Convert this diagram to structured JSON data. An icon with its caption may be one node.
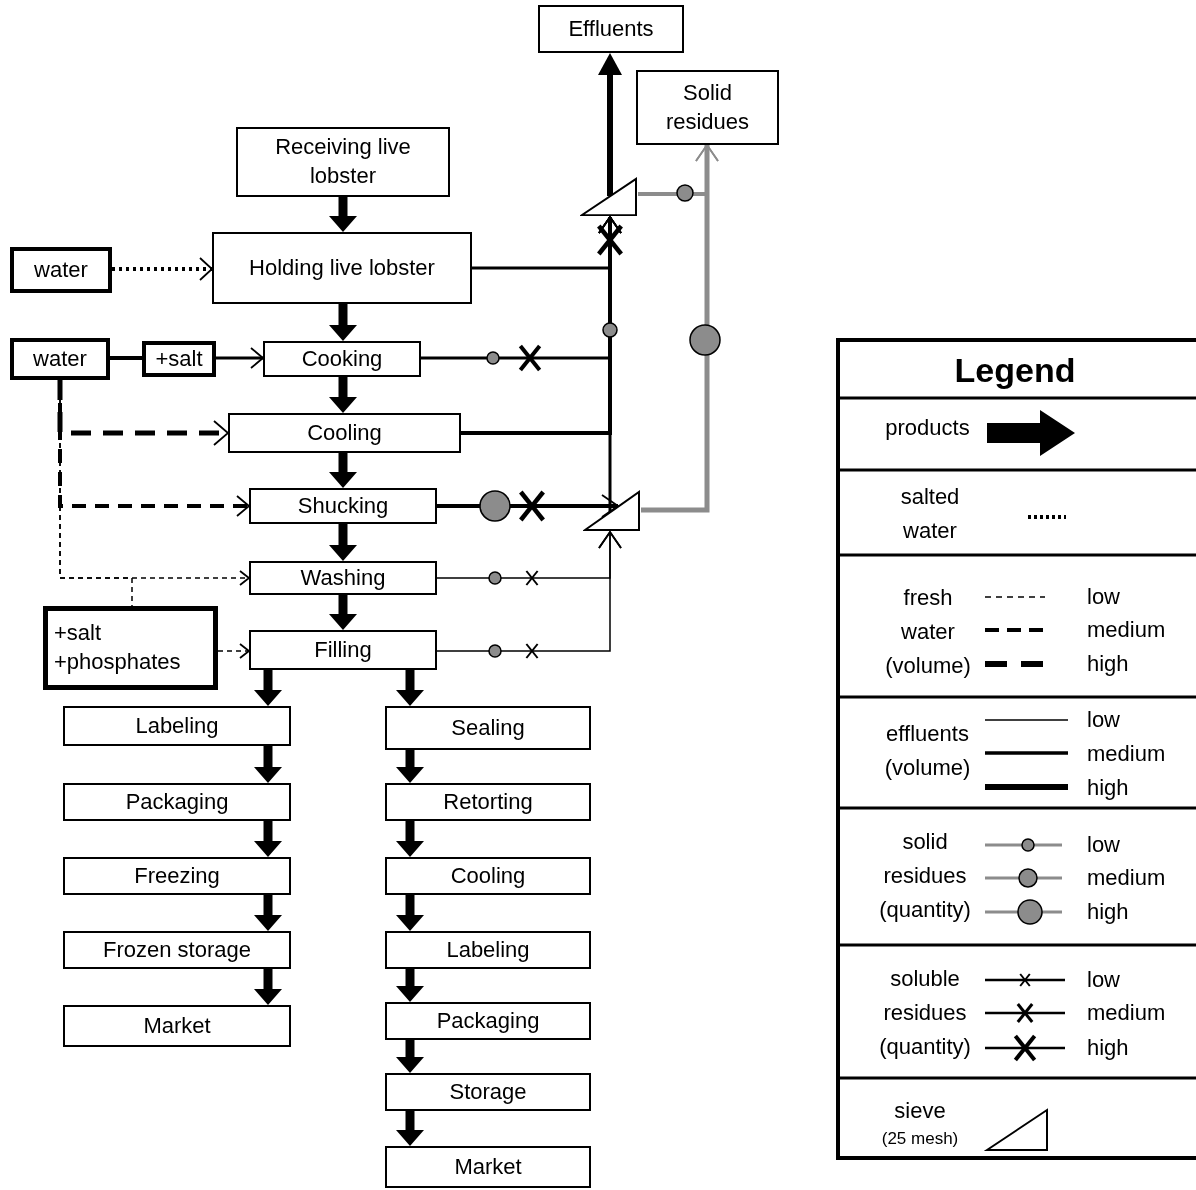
{
  "diagram": {
    "nodes": [
      {
        "text": [
          "Effluents"
        ]
      },
      {
        "text": [
          "Solid residues"
        ]
      },
      {
        "text": [
          "Receiving live lobster"
        ]
      },
      {
        "text": [
          "water"
        ]
      },
      {
        "text": [
          "Holding live lobster"
        ]
      },
      {
        "text": [
          "water"
        ]
      },
      {
        "text": [
          "+salt"
        ]
      },
      {
        "text": [
          "Cooking"
        ]
      },
      {
        "text": [
          "Cooling"
        ]
      },
      {
        "text": [
          "Shucking"
        ]
      },
      {
        "text": [
          "Washing"
        ]
      },
      {
        "text": [
          "+salt +phosphates"
        ]
      },
      {
        "text": [
          "Filling"
        ]
      },
      {
        "text": [
          "Labeling"
        ]
      },
      {
        "text": [
          "Sealing"
        ]
      },
      {
        "text": [
          "Packaging"
        ]
      },
      {
        "text": [
          "Retorting"
        ]
      },
      {
        "text": [
          "Freezing"
        ]
      },
      {
        "text": [
          "Cooling"
        ]
      },
      {
        "text": [
          "Frozen storage"
        ]
      },
      {
        "text": [
          "Labeling"
        ]
      },
      {
        "text": [
          "Market"
        ]
      },
      {
        "text": [
          "Packaging"
        ]
      },
      {
        "text": [
          "Storage"
        ]
      },
      {
        "text": [
          "Market"
        ]
      },
      {
        "text": [],
        "shape": "triangle"
      },
      {
        "text": [],
        "shape": "triangle"
      }
    ],
    "edges": [
      {
        "from": 3,
        "to": 4,
        "arrow": "to",
        "style": "dashed"
      },
      {
        "from": 2,
        "to": 4,
        "arrow": "to"
      },
      {
        "from": 4,
        "to": 7,
        "arrow": "to"
      },
      {
        "from": 7,
        "to": 8,
        "arrow": "to"
      },
      {
        "from": 8,
        "to": 9,
        "arrow": "to"
      },
      {
        "from": 9,
        "to": 10,
        "arrow": "to"
      },
      {
        "from": 10,
        "to": 12,
        "arrow": "to"
      },
      {
        "from": 12,
        "to": 13,
        "arrow": "to"
      },
      {
        "from": 12,
        "to": 14,
        "arrow": "to"
      },
      {
        "from": 13,
        "to": 15,
        "arrow": "to"
      },
      {
        "from": 15,
        "to": 17,
        "arrow": "to"
      },
      {
        "from": 17,
        "to": 19,
        "arrow": "to"
      },
      {
        "from": 19,
        "to": 21,
        "arrow": "to"
      },
      {
        "from": 14,
        "to": 16,
        "arrow": "to"
      },
      {
        "from": 16,
        "to": 18,
        "arrow": "to"
      },
      {
        "from": 18,
        "to": 20,
        "arrow": "to"
      },
      {
        "from": 20,
        "to": 22,
        "arrow": "to"
      },
      {
        "from": 22,
        "to": 23,
        "arrow": "to"
      },
      {
        "from": 23,
        "to": 24,
        "arrow": "to"
      },
      {
        "from": 5,
        "to": 6,
        "arrow": "none"
      },
      {
        "from": 6,
        "to": 7,
        "arrow": "to"
      },
      {
        "from": 5,
        "to": 8,
        "arrow": "to",
        "style": "dashed"
      },
      {
        "from": 5,
        "to": 9,
        "arrow": "to",
        "style": "dashed"
      },
      {
        "from": 5,
        "to": 10,
        "arrow": "to",
        "style": "dashed"
      },
      {
        "from": 5,
        "to": 11,
        "arrow": "none",
        "style": "dashed"
      },
      {
        "from": 11,
        "to": 12,
        "arrow": "to",
        "style": "dashed"
      },
      {
        "from": 4,
        "to": 25,
        "arrow": "to"
      },
      {
        "from": 7,
        "to": 25,
        "arrow": "to"
      },
      {
        "from": 8,
        "to": 25,
        "arrow": "to"
      },
      {
        "from": 9,
        "to": 26,
        "arrow": "to"
      },
      {
        "from": 10,
        "to": 26,
        "arrow": "to"
      },
      {
        "from": 12,
        "to": 26,
        "arrow": "to"
      },
      {
        "from": 26,
        "to": 25,
        "arrow": "to"
      },
      {
        "from": 26,
        "to": 1,
        "arrow": "to",
        "color": "#8c8c8c"
      },
      {
        "from": 25,
        "to": 0,
        "arrow": "to"
      },
      {
        "from": 25,
        "to": 1,
        "arrow": "to",
        "color": "#8c8c8c"
      }
    ],
    "labels": [
      "Legend",
      "(25 mesh)"
    ],
    "legend": [
      {
        "text": "products"
      },
      {
        "text": "salted water"
      },
      {
        "text": "fresh water (volume)"
      },
      {
        "text": "low"
      },
      {
        "text": "medium"
      },
      {
        "text": "high"
      },
      {
        "text": "effluents (volume)"
      },
      {
        "text": "low"
      },
      {
        "text": "medium"
      },
      {
        "text": "high"
      },
      {
        "text": "solid residues (quantity)"
      },
      {
        "text": "low"
      },
      {
        "text": "medium"
      },
      {
        "text": "high"
      },
      {
        "text": "soluble residues (quantity)"
      },
      {
        "text": "low"
      },
      {
        "text": "medium"
      },
      {
        "text": "high"
      },
      {
        "text": "sieve"
      }
    ]
  }
}
